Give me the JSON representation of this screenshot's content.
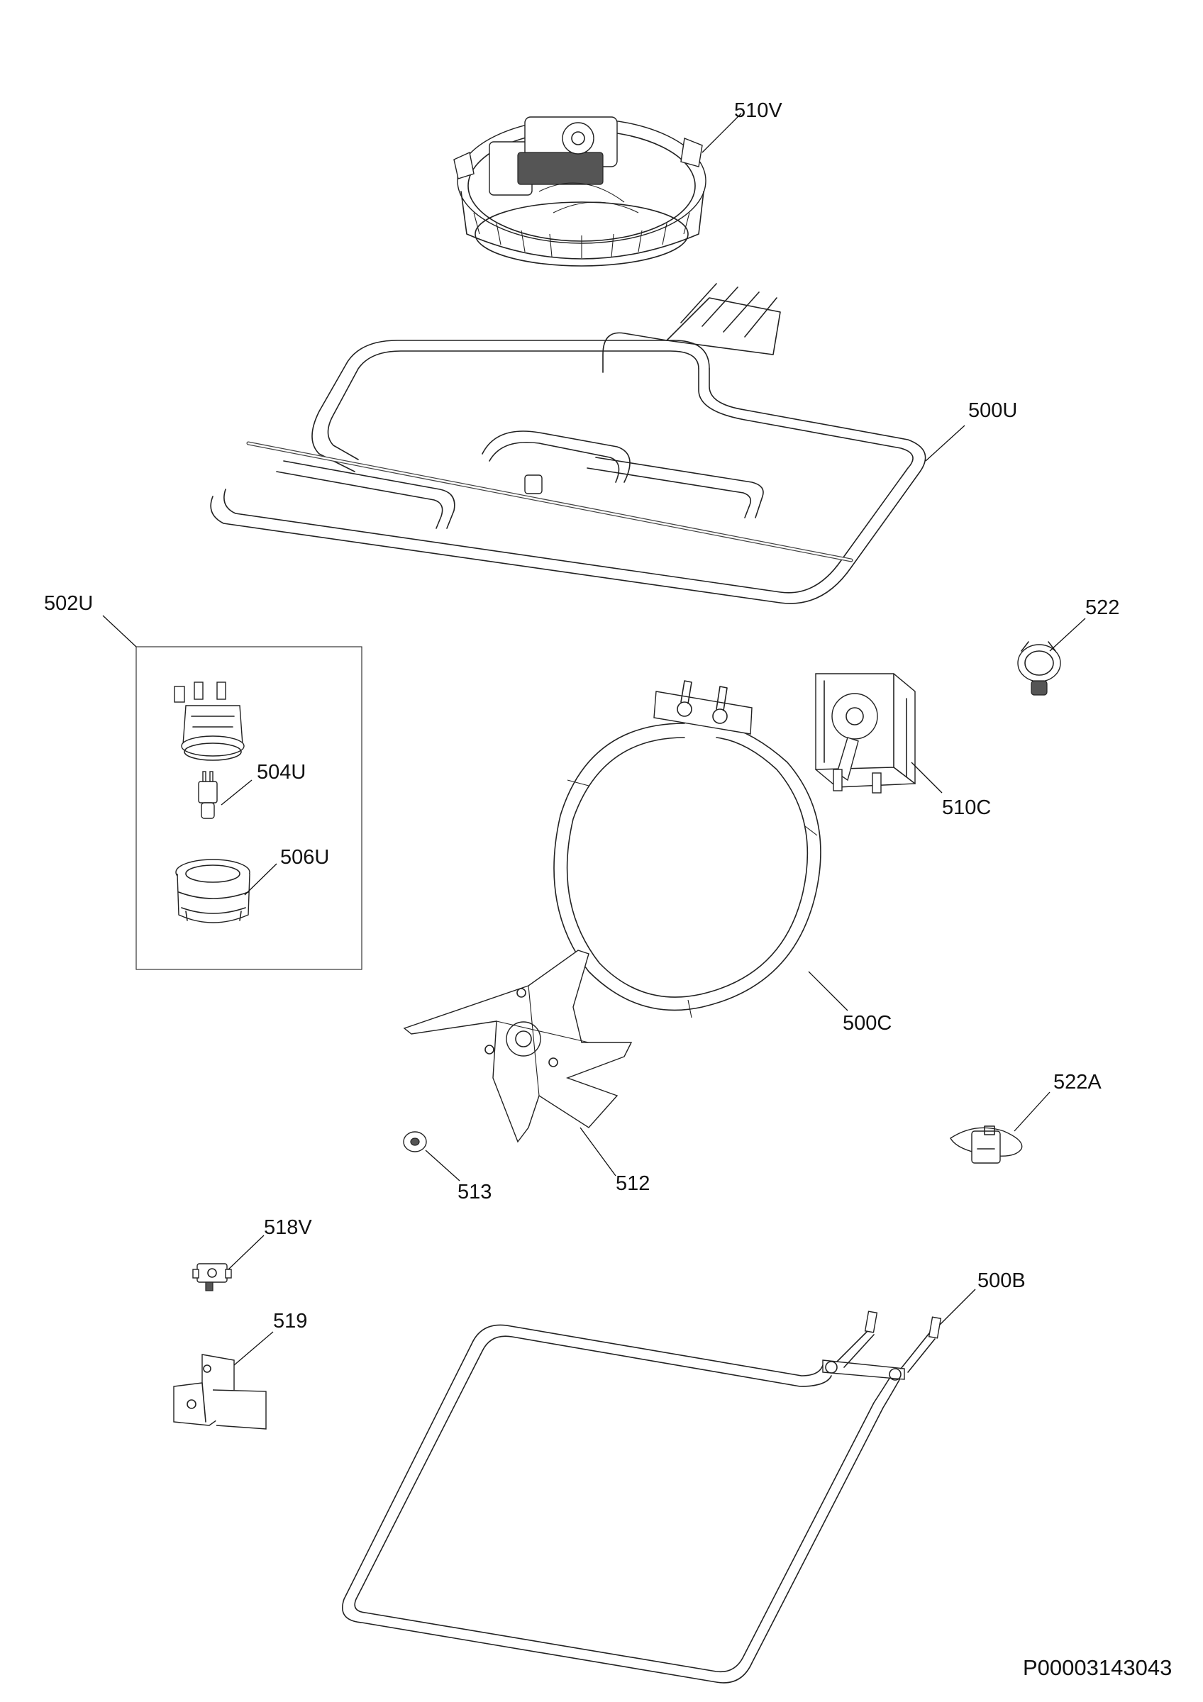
{
  "diagram": {
    "labels": {
      "l510V": "510V",
      "l500U": "500U",
      "l502U": "502U",
      "l522": "522",
      "l504U": "504U",
      "l510C": "510C",
      "l506U": "506U",
      "l500C": "500C",
      "l522A": "522A",
      "l513": "513",
      "l512": "512",
      "l518V": "518V",
      "l500B": "500B",
      "l519": "519"
    },
    "reference": "P00003143043"
  }
}
